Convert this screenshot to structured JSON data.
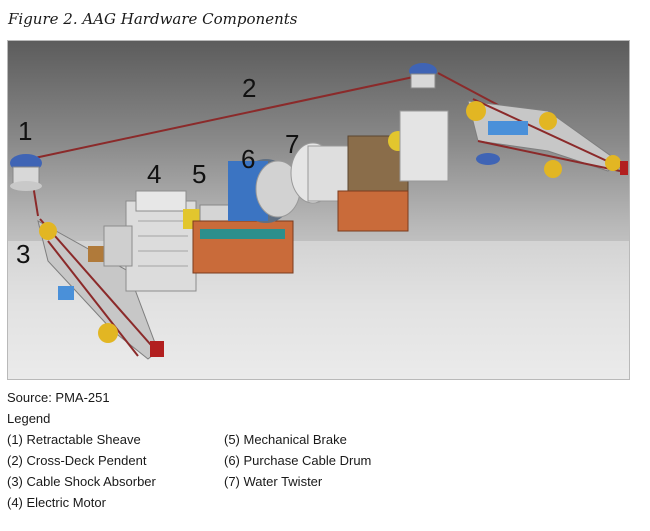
{
  "caption": "Figure 2.  AAG Hardware Components",
  "figure": {
    "callouts": [
      "1",
      "2",
      "3",
      "4",
      "5",
      "6",
      "7"
    ]
  },
  "source": "Source:  PMA-251",
  "legend": {
    "title": "Legend",
    "items": [
      "(1) Retractable Sheave",
      "(2) Cross-Deck Pendent",
      "(3) Cable Shock Absorber",
      "(4) Electric Motor",
      "(5) Mechanical Brake",
      "(6) Purchase Cable Drum",
      "(7) Water Twister"
    ]
  }
}
